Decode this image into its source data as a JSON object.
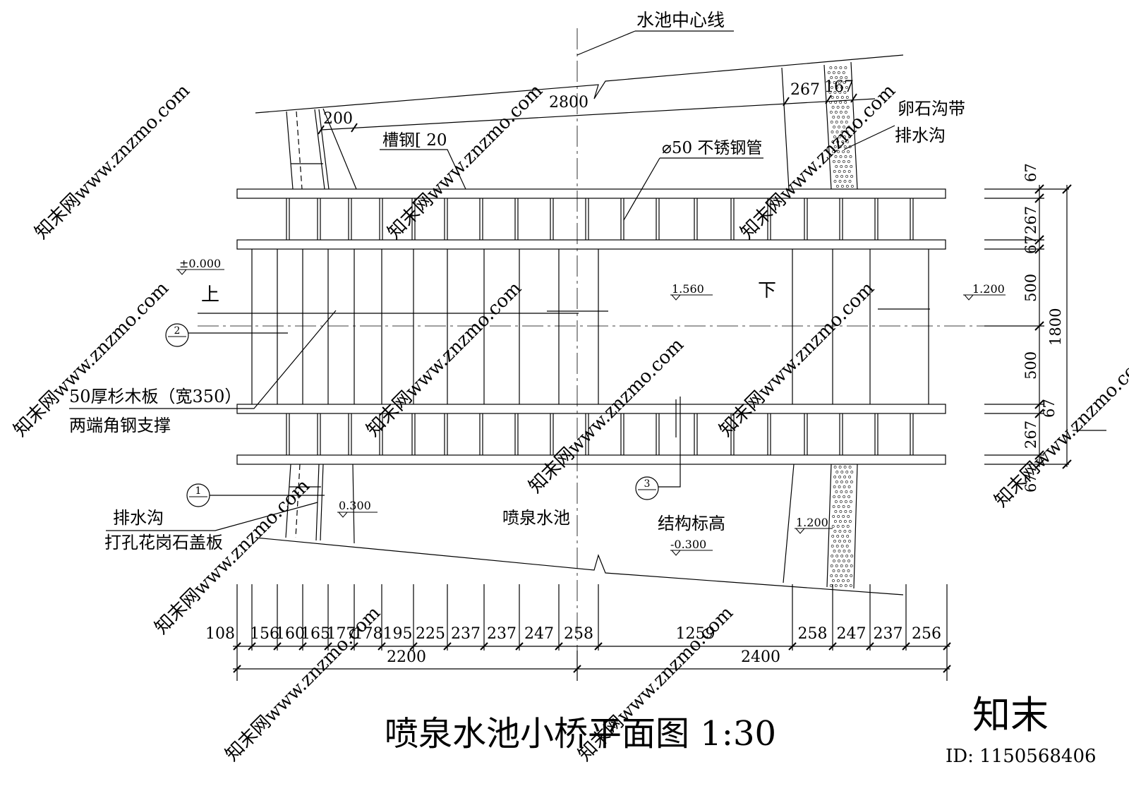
{
  "title": "喷泉水池小桥平面图 1:30",
  "labels": {
    "center_line": "水池中心线",
    "channel_steel": "槽钢[ 20",
    "ss_pipe": "⌀50 不锈钢管",
    "pebble_line1": "卵石沟带",
    "pebble_line2": "排水沟",
    "plank_line1": "50厚杉木板（宽350）",
    "plank_line2": "两端角钢支撑",
    "drain_line1": "排水沟",
    "drain_line2": "打孔花岗石盖板",
    "pool": "喷泉水池",
    "struct_elev": "结构标高",
    "up": "上",
    "down": "下"
  },
  "elevations": {
    "e0": "±0.000",
    "e1560": "1.560",
    "e1200_right": "1.200",
    "e0300": "0.300",
    "e1200_low": "1.200",
    "em0300": "-0.300"
  },
  "sections": [
    "2",
    "1",
    "3"
  ],
  "top_dims": {
    "total": "2800",
    "left": "200",
    "right_a": "267",
    "right_b": "167"
  },
  "right_dims": {
    "d1": "67",
    "d2": "267",
    "d3": "67",
    "d4": "500",
    "d5": "500",
    "d6": "67",
    "d7": "267",
    "d8": "67",
    "total": "1800"
  },
  "bottom_dims": {
    "segments": [
      "108",
      "156",
      "160",
      "165",
      "177",
      "178",
      "195",
      "225",
      "237",
      "237",
      "247",
      "258",
      "1259",
      "258",
      "247",
      "237",
      "256"
    ],
    "total_left": "2200",
    "total_right": "2400"
  },
  "watermark": {
    "text": "知末网www.znzmo.com",
    "brand": "知末",
    "id": "ID: 1150568406"
  }
}
